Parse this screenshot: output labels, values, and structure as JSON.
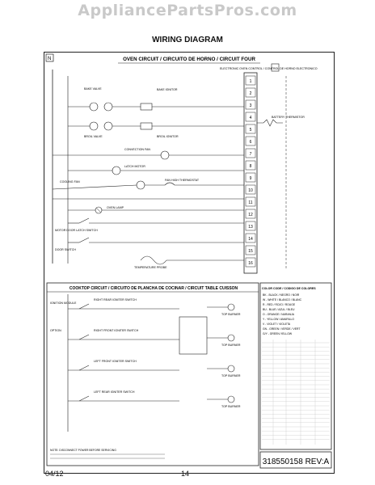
{
  "watermark": "AppliancePartsPros.com",
  "page_title": "WIRING DIAGRAM",
  "corner_label": "N",
  "oven": {
    "header": "OVEN CIRCUIT / CIRCUITO DE HORNO / CIRCUIT FOUR",
    "control_label": "ELECTRONIC OVEN CONTROL / CONTROL DE HORNO ELECTRONICO",
    "components": [
      "BAKE VALVE",
      "BAKE IGNITOR",
      "BROIL VALVE",
      "BROIL IGNITOR",
      "CONVECTION FAN",
      "LATCH MOTOR",
      "COOLING FAN",
      "FAN HIGH THERMOSTAT",
      "OVEN LAMP",
      "MOTOR DOOR LATCH SWITCH",
      "DOOR SWITCH",
      "TEMPERATURE PROBE"
    ],
    "pins": [
      "1",
      "2",
      "3",
      "4",
      "5",
      "6",
      "7",
      "8",
      "9",
      "10",
      "11",
      "12",
      "13",
      "14",
      "15",
      "16"
    ],
    "sensor_label": "BATTERY THERMISTOR"
  },
  "cooktop": {
    "header": "COOKTOP CIRCUIT / CIRCUITO DE PLANCHA DE COCINAR / CIRCUIT TABLE CUISSON",
    "switches": [
      "RIGHT REAR IGNITER SWITCH",
      "RIGHT FRONT IGNITER SWITCH",
      "LEFT FRONT IGNITER SWITCH",
      "LEFT REAR IGNITER SWITCH"
    ],
    "burners": [
      "TOP BURNER",
      "TOP BURNER",
      "TOP BURNER",
      "TOP BURNER"
    ],
    "left_labels": [
      "IGNITION MODULE",
      "OPTION"
    ],
    "notes": "NOTE: DISCONNECT POWER BEFORE SERVICING"
  },
  "color_code": {
    "title": "COLOR CODE / CODIGO DE COLORES",
    "entries": [
      "BK - BLACK / NEGRO / NOIR",
      "W - WHITE / BLANCO / BLANC",
      "R - RED / ROJO / ROUGE",
      "BU - BLUE / AZUL / BLEU",
      "O - ORANGE / NARANJA",
      "Y - YELLOW / AMARILLO",
      "V - VIOLET / VIOLETA",
      "GN - GREEN / VERDE / VERT",
      "G/Y - GREEN-YELLOW"
    ]
  },
  "part_number": "318550158 REV:A",
  "footer": {
    "date": "04/12",
    "page": "14"
  }
}
